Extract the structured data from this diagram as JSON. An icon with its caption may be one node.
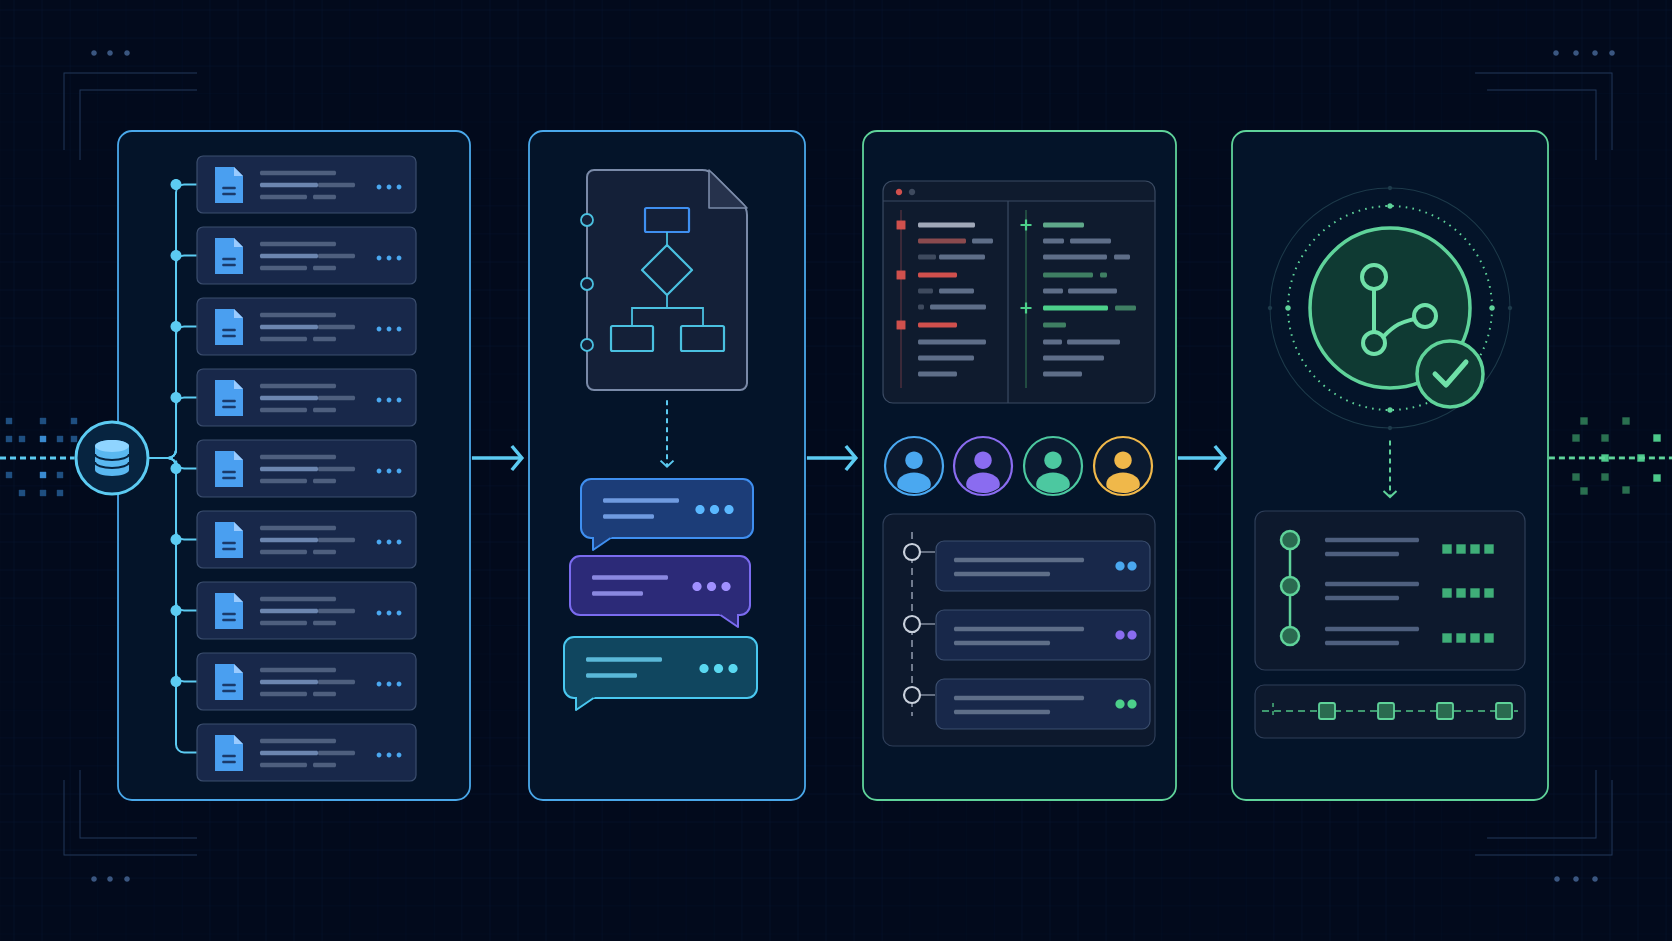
{
  "diagram": {
    "nodes": [
      {
        "text": [],
        "shape": "circle"
      },
      {
        "text": [],
        "shape": "box"
      },
      {
        "text": [],
        "shape": "box",
        "in": 1
      },
      {
        "text": [],
        "shape": "box",
        "in": 1
      },
      {
        "text": [],
        "shape": "box",
        "in": 1
      },
      {
        "text": [],
        "shape": "box",
        "in": 1
      },
      {
        "text": [],
        "shape": "box",
        "in": 1
      },
      {
        "text": [],
        "shape": "box",
        "in": 1
      },
      {
        "text": [],
        "shape": "box",
        "in": 1
      },
      {
        "text": [],
        "shape": "box",
        "in": 1
      },
      {
        "text": [],
        "shape": "box",
        "in": 1
      },
      {
        "text": [],
        "shape": "box"
      },
      {
        "text": [],
        "shape": "picture",
        "in": 11
      },
      {
        "text": [],
        "shape": "bubble",
        "in": 11
      },
      {
        "text": [],
        "shape": "bubble",
        "in": 11
      },
      {
        "text": [],
        "shape": "bubble",
        "in": 11
      },
      {
        "text": [],
        "shape": "box"
      },
      {
        "text": [],
        "shape": "box",
        "in": 16
      },
      {
        "text": [],
        "shape": "person",
        "in": 16
      },
      {
        "text": [],
        "shape": "person",
        "in": 16
      },
      {
        "text": [],
        "shape": "person",
        "in": 16
      },
      {
        "text": [],
        "shape": "person",
        "in": 16
      },
      {
        "text": [],
        "shape": "box",
        "in": 16
      },
      {
        "text": [],
        "shape": "box",
        "in": 22
      },
      {
        "text": [],
        "shape": "box",
        "in": 22
      },
      {
        "text": [],
        "shape": "box",
        "in": 22
      },
      {
        "text": [],
        "shape": "box"
      },
      {
        "text": [],
        "shape": "circle",
        "in": 26
      },
      {
        "text": [],
        "shape": "box",
        "in": 26
      },
      {
        "text": [],
        "shape": "box",
        "in": 26
      }
    ],
    "edges": [
      {
        "from": 0,
        "to": 2,
        "arrow": "none"
      },
      {
        "from": 0,
        "to": 3,
        "arrow": "none"
      },
      {
        "from": 0,
        "to": 4,
        "arrow": "none"
      },
      {
        "from": 0,
        "to": 5,
        "arrow": "none"
      },
      {
        "from": 0,
        "to": 6,
        "arrow": "none"
      },
      {
        "from": 0,
        "to": 7,
        "arrow": "none"
      },
      {
        "from": 0,
        "to": 8,
        "arrow": "none"
      },
      {
        "from": 0,
        "to": 9,
        "arrow": "none"
      },
      {
        "from": 0,
        "to": 10,
        "arrow": "none"
      },
      {
        "from": 1,
        "to": 11,
        "arrow": "to"
      },
      {
        "from": 12,
        "to": 13,
        "arrow": "to",
        "style": "dashed"
      },
      {
        "from": 11,
        "to": 16,
        "arrow": "to"
      },
      {
        "from": 16,
        "to": 26,
        "arrow": "to"
      },
      {
        "from": 27,
        "to": 28,
        "arrow": "to",
        "style": "dashed",
        "color": "#5fd39a"
      },
      {
        "from": null,
        "to": 0,
        "arrow": "none",
        "style": "dashed"
      },
      {
        "from": 26,
        "to": null,
        "arrow": "none",
        "style": "dashed",
        "color": "#5fd39a"
      }
    ]
  }
}
